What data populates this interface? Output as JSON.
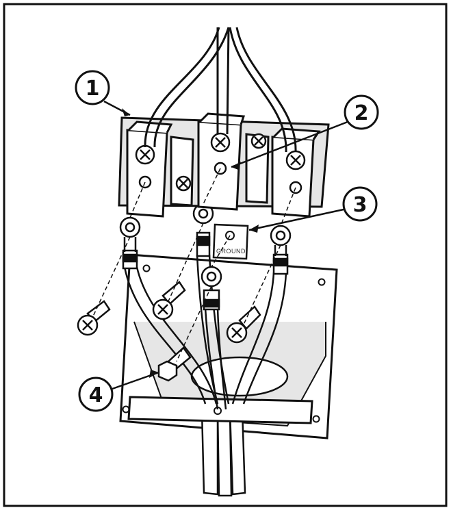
{
  "diagram": {
    "callouts": [
      {
        "label": "1",
        "target": "terminal-block"
      },
      {
        "label": "2",
        "target": "center-terminal-hole"
      },
      {
        "label": "3",
        "target": "ground-plate"
      },
      {
        "label": "4",
        "target": "ground-screw"
      }
    ],
    "ground_plate_text": "GROUND"
  },
  "colors": {
    "ink": "#111111",
    "paper": "#ffffff",
    "shade": "#e6e6e6"
  }
}
